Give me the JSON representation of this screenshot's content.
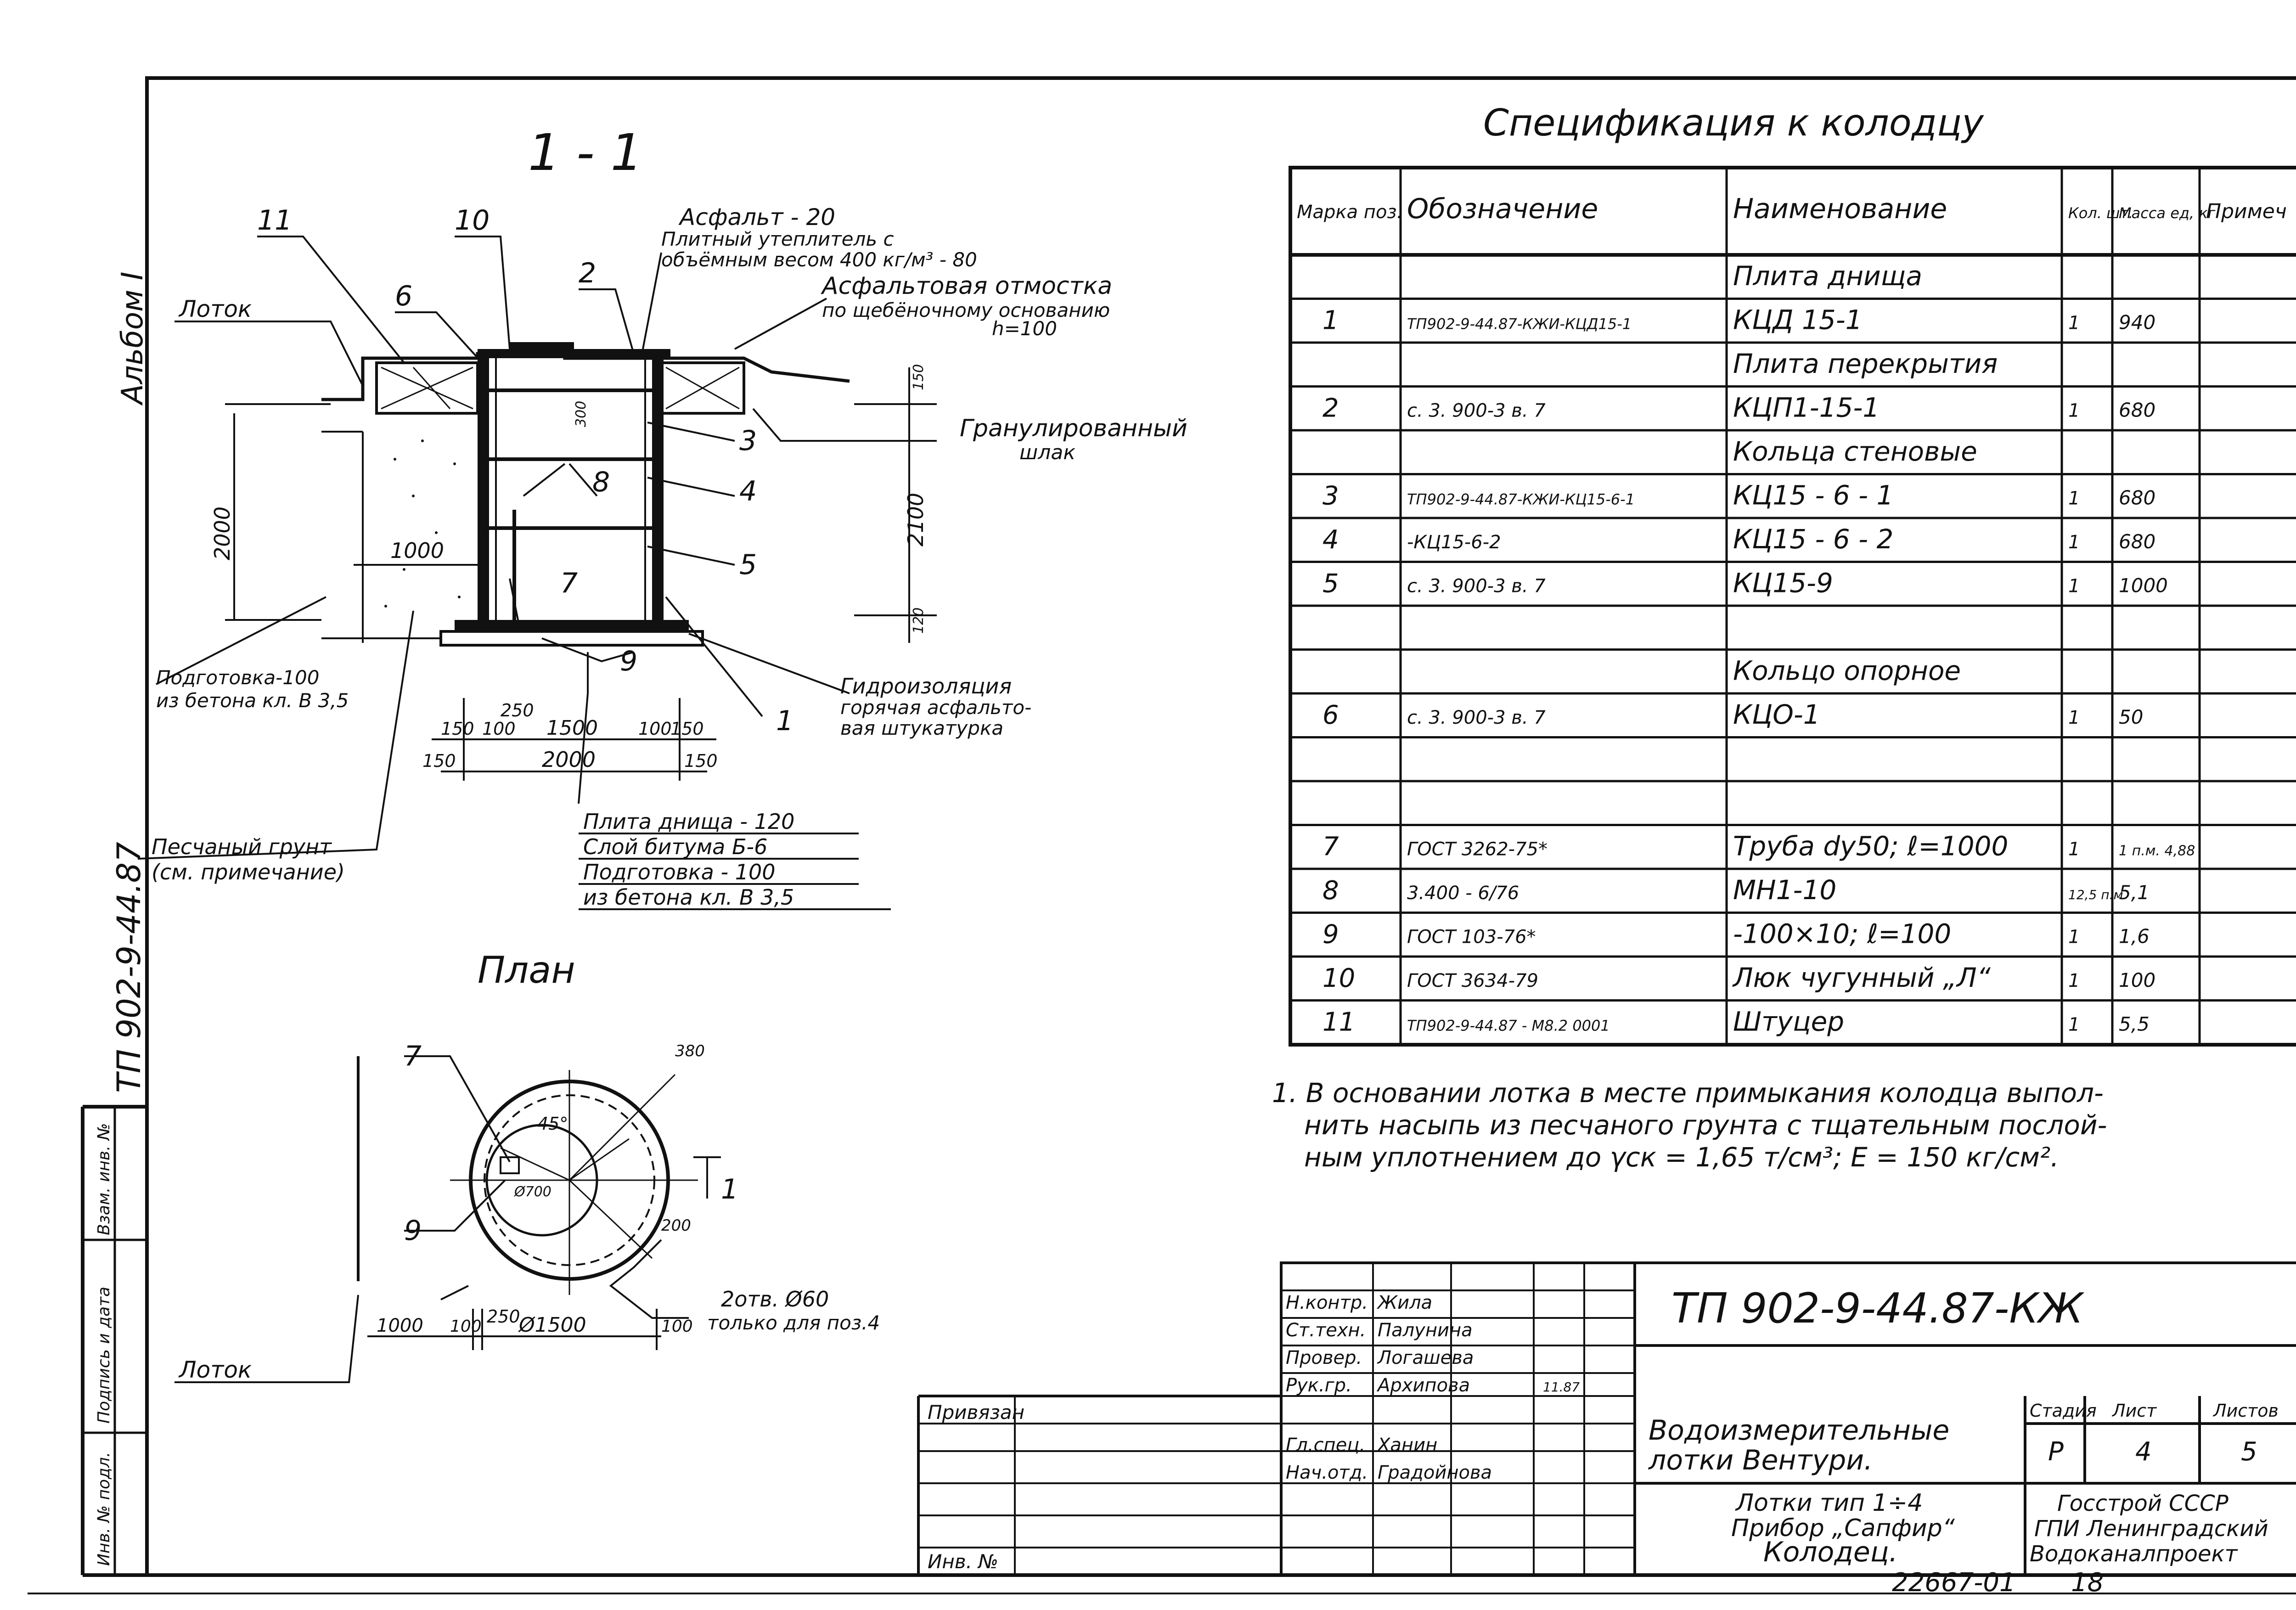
{
  "sheet": {
    "album": "Альбом I",
    "side_code": "ТП 902-9-44.87",
    "side_labels": [
      "Инв. № подл.",
      "Подпись и дата",
      "Взам. инв. №"
    ],
    "inventory": "22667-01",
    "page": "18"
  },
  "section": {
    "title": "1 - 1",
    "callouts": [
      "11",
      "10",
      "6",
      "2",
      "3",
      "8",
      "4",
      "5",
      "9",
      "1"
    ],
    "labels": {
      "lotok": "Лоток",
      "asphalt": "Асфальт - 20",
      "insul_1": "Плитный утеплитель с",
      "insul_2": "объёмным весом 400 кг/м³ - 80",
      "apron_1": "Асфальтовая отмостка",
      "apron_2": "по щебёночному основанию",
      "apron_3": "h=100",
      "slag_1": "Гранулированный",
      "slag_2": "шлак",
      "prep_1": "Подготовка-100",
      "prep_2": "из бетона кл. В 3,5",
      "hydro_1": "Гидроизоляция",
      "hydro_2": "горячая асфальто-",
      "hydro_3": "вая штукатурка",
      "sand_1": "Песчаный грунт",
      "sand_2": "(см. примечание)",
      "layer_1": "Плита днища - 120",
      "layer_2": "Слой битума Б-6",
      "layer_3": "Подготовка - 100",
      "layer_4": "из бетона кл. В 3,5"
    },
    "dims": {
      "h_left": "2000",
      "w_inner": "1000",
      "h_right": "2100",
      "d_300": "300",
      "d_150": "150",
      "d_120": "120",
      "b_250": "250",
      "b_150a": "150",
      "b_100a": "100",
      "b_1500": "1500",
      "b_100b": "100",
      "b_150b": "150",
      "b_150c": "150",
      "b_2000": "2000",
      "b_150d": "150"
    }
  },
  "plan": {
    "title": "План",
    "callouts": [
      "7",
      "9"
    ],
    "section_mark": "1",
    "angle": "45°",
    "inner_dim": "Ø700",
    "d_380": "380",
    "d_200": "200",
    "hole_1": "2отв. Ø60",
    "hole_2": "только для поз.4",
    "lotok": "Лоток",
    "d_250": "250",
    "b_1000": "1000",
    "b_100": "100",
    "b_1500": "Ø1500",
    "b_100b": "100"
  },
  "spec": {
    "title": "Спецификация к колодцу",
    "headers": [
      "Марка поз.",
      "Обозначение",
      "Наименование",
      "Кол. шт.",
      "Масса ед, кг",
      "Примеч"
    ],
    "rows": [
      [
        "",
        "",
        "Плита днища",
        "",
        "",
        ""
      ],
      [
        "1",
        "ТП902-9-44.87-КЖИ-КЦД15-1",
        "КЦД 15-1",
        "1",
        "940",
        ""
      ],
      [
        "",
        "",
        "Плита перекрытия",
        "",
        "",
        ""
      ],
      [
        "2",
        "с. 3. 900-3 в. 7",
        "КЦП1-15-1",
        "1",
        "680",
        ""
      ],
      [
        "",
        "",
        "Кольца стеновые",
        "",
        "",
        ""
      ],
      [
        "3",
        "ТП902-9-44.87-КЖИ-КЦ15-6-1",
        "КЦ15 - 6 - 1",
        "1",
        "680",
        ""
      ],
      [
        "4",
        "-КЦ15-6-2",
        "КЦ15 - 6 - 2",
        "1",
        "680",
        ""
      ],
      [
        "5",
        "с. 3. 900-3 в. 7",
        "КЦ15-9",
        "1",
        "1000",
        ""
      ],
      [
        "",
        "",
        "",
        "",
        "",
        ""
      ],
      [
        "",
        "",
        "Кольцо опорное",
        "",
        "",
        ""
      ],
      [
        "6",
        "с. 3. 900-3 в. 7",
        "КЦО-1",
        "1",
        "50",
        ""
      ],
      [
        "",
        "",
        "",
        "",
        "",
        ""
      ],
      [
        "",
        "",
        "",
        "",
        "",
        ""
      ],
      [
        "7",
        "ГОСТ 3262-75*",
        "Труба dу50; ℓ=1000",
        "1",
        "1 п.м. 4,88",
        ""
      ],
      [
        "8",
        "3.400 - 6/76",
        "МН1-10",
        "12,5 п.м.",
        "5,1",
        ""
      ],
      [
        "9",
        "ГОСТ 103-76*",
        "-100×10; ℓ=100",
        "1",
        "1,6",
        ""
      ],
      [
        "10",
        "ГОСТ 3634-79",
        "Люк чугунный „Л“",
        "1",
        "100",
        ""
      ],
      [
        "11",
        "ТП902-9-44.87 - М8.2 0001",
        "Штуцер",
        "1",
        "5,5",
        ""
      ]
    ]
  },
  "note": {
    "line_1": "1. В основании лотка в месте примыкания колодца выпол-",
    "line_2": "нить насыпь из песчаного грунта с тщательным послой-",
    "line_3": "ным уплотнением до γск = 1,65 т/см³; Е = 150 кг/см²."
  },
  "title_block": {
    "code": "ТП 902-9-44.87-КЖ",
    "privyazan": "Привязан",
    "inv": "Инв. №",
    "roles": [
      "Н.контр.",
      "Ст.техн.",
      "Провер.",
      "Рук.гр.",
      "",
      "Гл.спец.",
      "Нач.отд."
    ],
    "names": [
      "Жила",
      "Палунина",
      "Логашева",
      "Архипова",
      "",
      "Ханин",
      "Градойнова"
    ],
    "date": "11.87",
    "project_1": "Водоизмерительные",
    "project_2": "лотки Вентури.",
    "sheet_1": "Лотки тип 1÷4",
    "sheet_2": "Прибор „Сапфир“",
    "sheet_3": "Колодец.",
    "stage_h": "Стадия",
    "list_h": "Лист",
    "lists_h": "Листов",
    "stage": "Р",
    "list": "4",
    "lists": "5",
    "org_1": "Госстрой СССР",
    "org_2": "ГПИ Ленинградский",
    "org_3": "Водоканалпроект"
  }
}
